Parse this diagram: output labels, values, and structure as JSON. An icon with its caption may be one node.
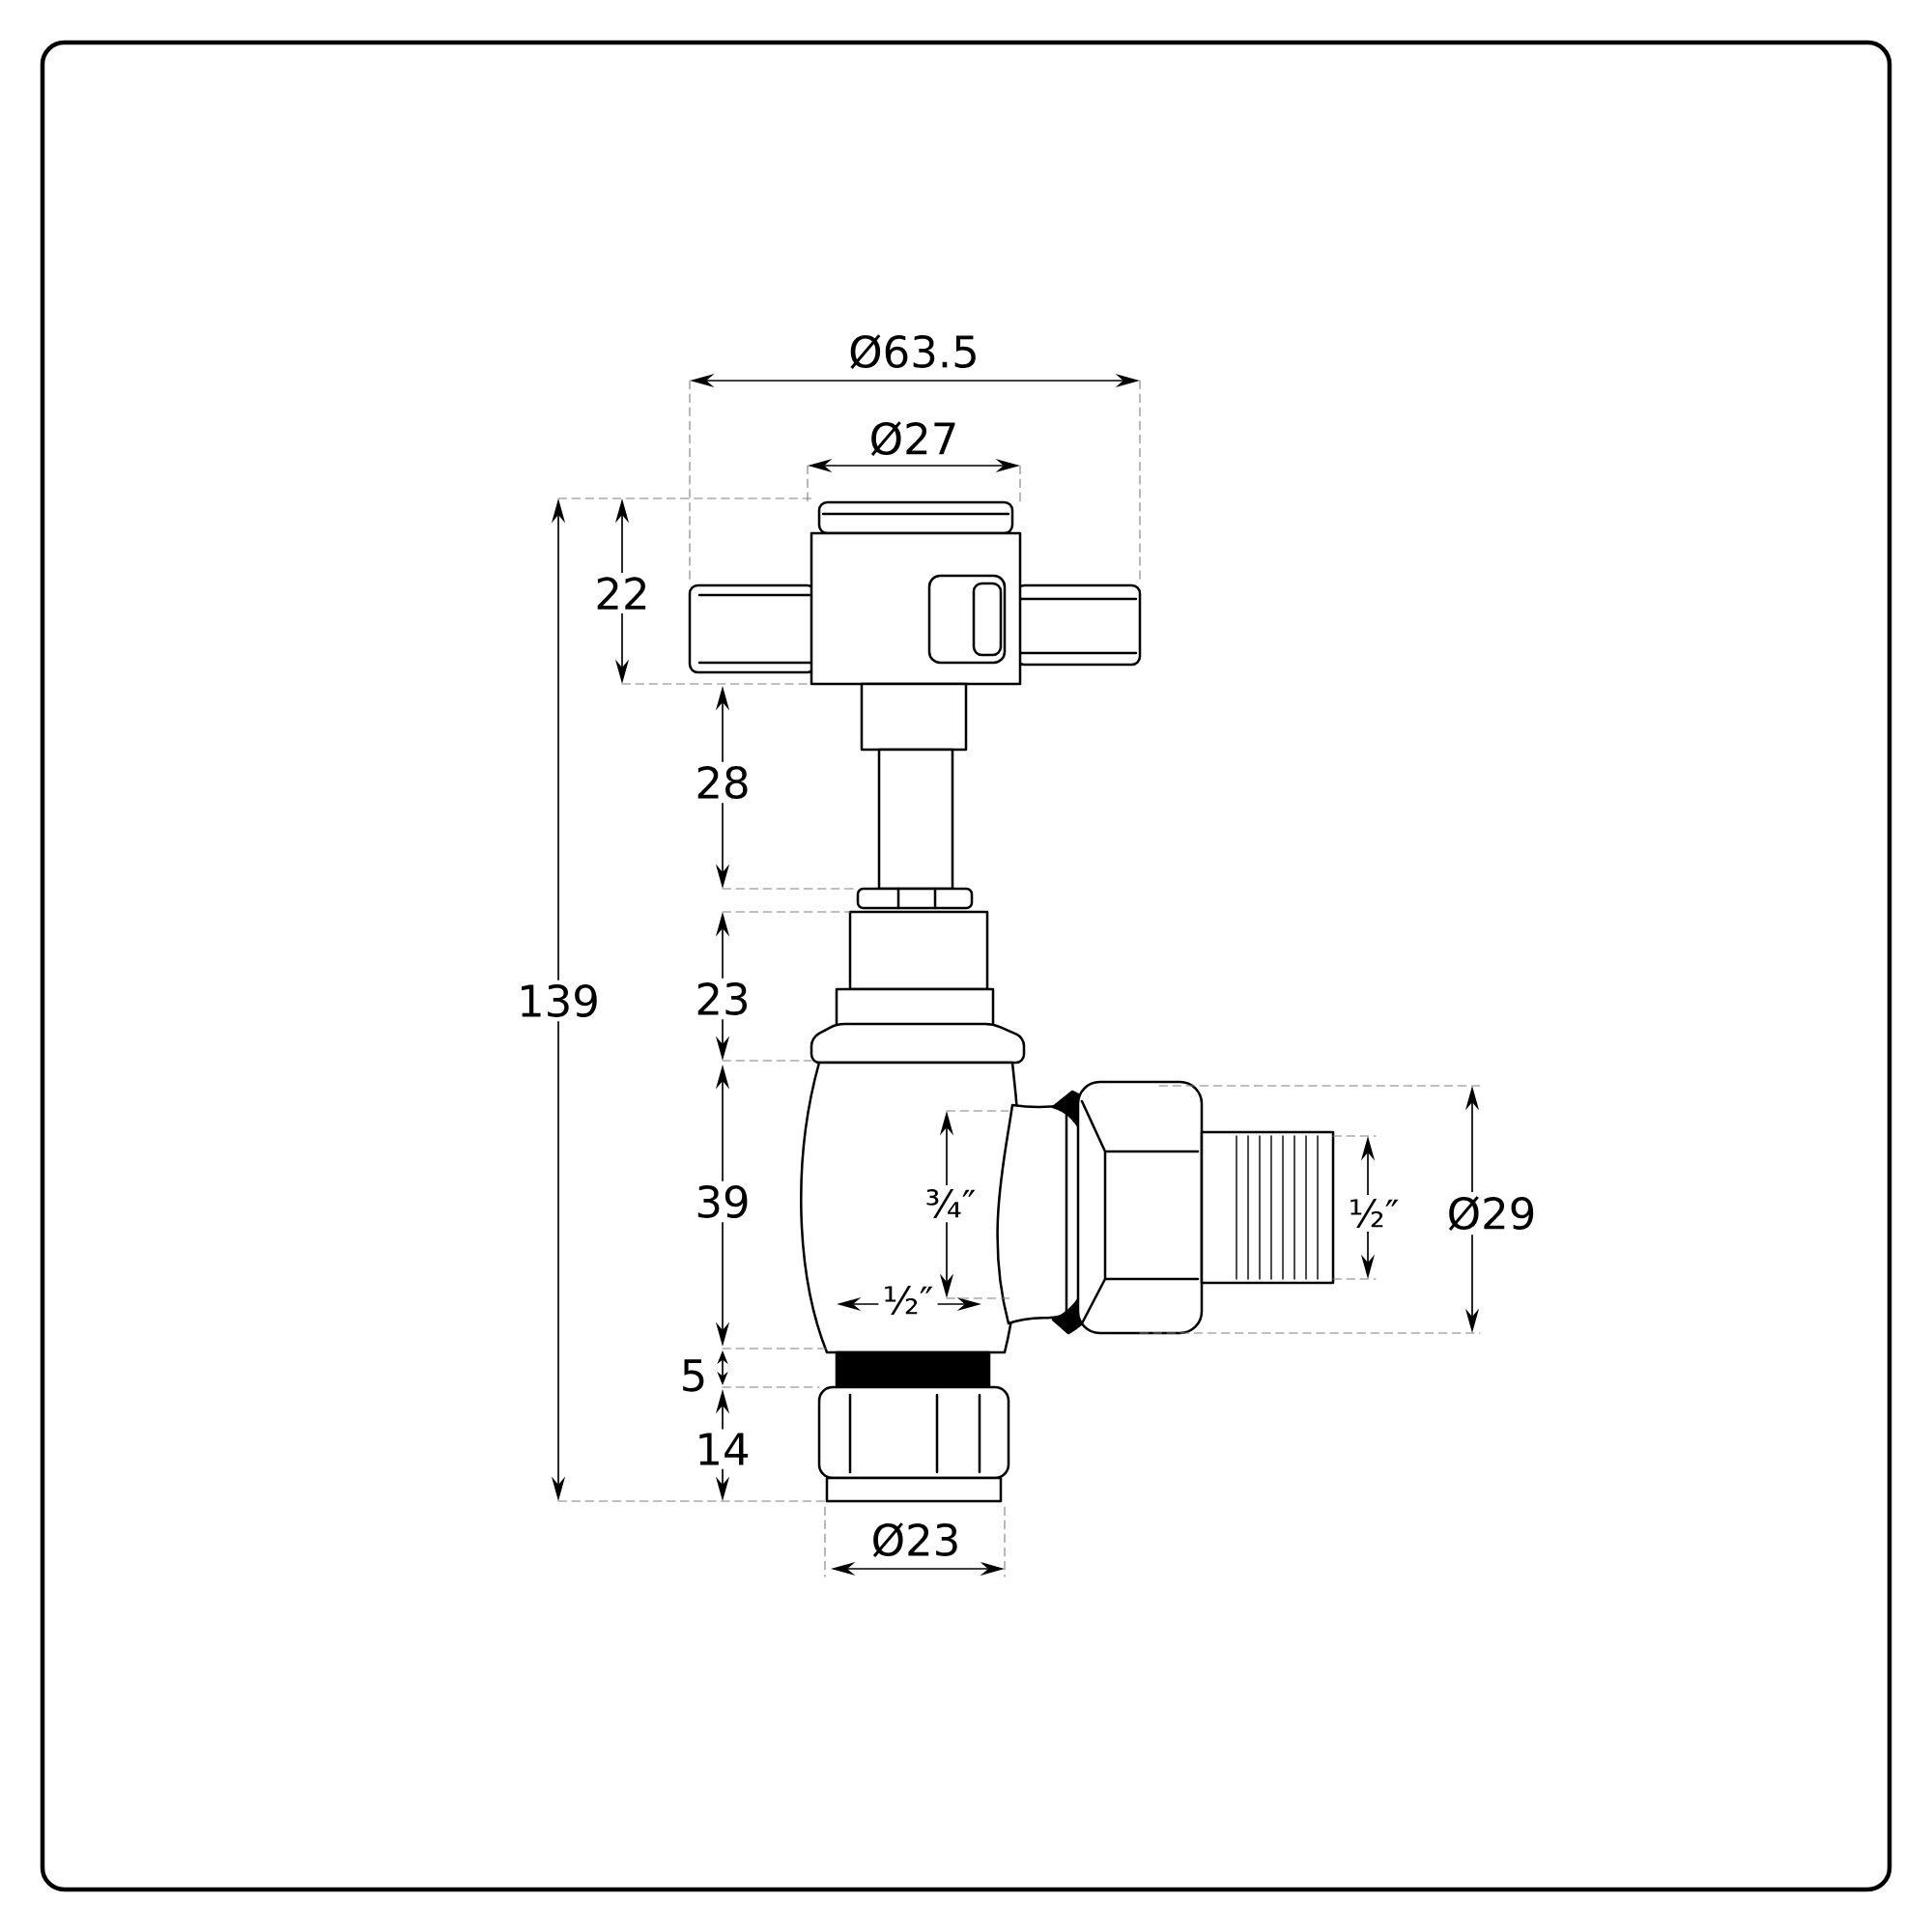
{
  "diagram": {
    "labels": [
      "Ø63.5",
      "Ø27",
      "22",
      "28",
      "139",
      "23",
      "39",
      "¾″",
      "½″",
      "Ø29",
      "½″",
      "5",
      "14",
      "Ø23"
    ]
  }
}
